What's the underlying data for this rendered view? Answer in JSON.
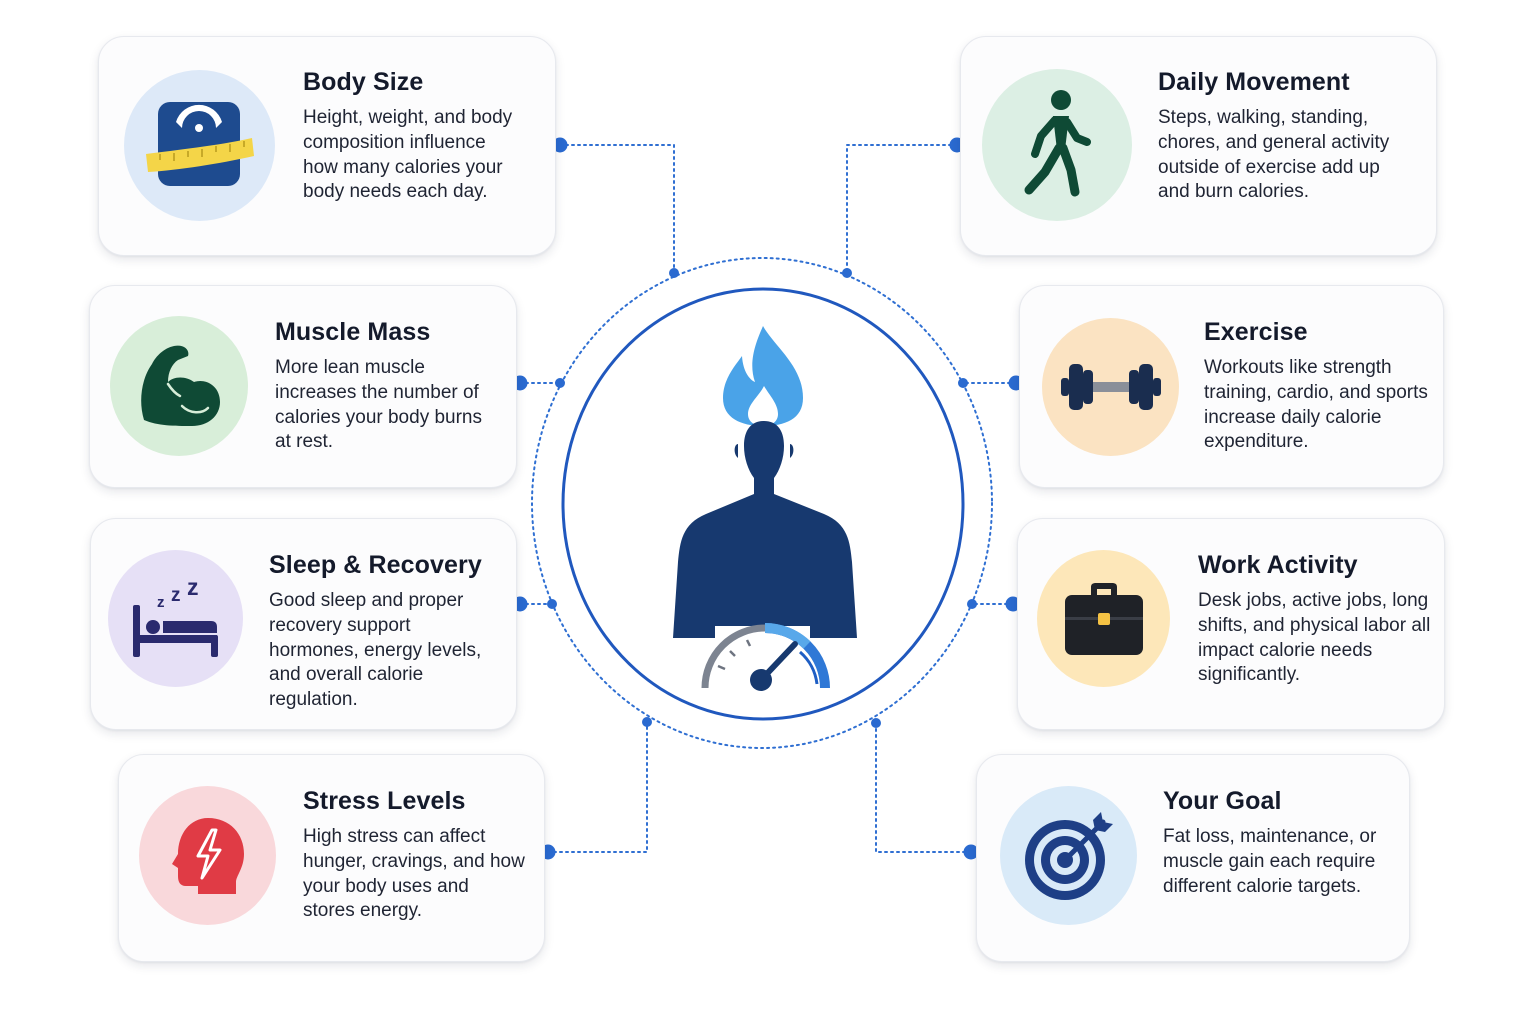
{
  "colors": {
    "accent": "#2563c9",
    "navy": "#17396f",
    "flame": "#4aa3e8",
    "dark_green": "#0f4a35"
  },
  "factors": [
    {
      "id": "body-size",
      "title": "Body Size",
      "description": "Height, weight, and body composition influence how many calories your body needs each day.",
      "icon": "scale-icon",
      "icon_bg": "#dde9f8"
    },
    {
      "id": "daily-movement",
      "title": "Daily Movement",
      "description": "Steps, walking, standing, chores, and general activity outside of exercise add up and burn calories.",
      "icon": "walking-person-icon",
      "icon_bg": "#dcefe4"
    },
    {
      "id": "muscle-mass",
      "title": "Muscle Mass",
      "description": "More lean muscle increases the number of calories your body burns at rest.",
      "icon": "flexed-arm-icon",
      "icon_bg": "#d8eed9"
    },
    {
      "id": "exercise",
      "title": "Exercise",
      "description": "Workouts like strength training, cardio, and sports increase daily calorie expenditure.",
      "icon": "dumbbell-icon",
      "icon_bg": "#fbe3c2"
    },
    {
      "id": "sleep-recovery",
      "title": "Sleep & Recovery",
      "description": "Good sleep and proper recovery support hormones, energy levels, and overall calorie regulation.",
      "icon": "sleeping-bed-icon",
      "icon_bg": "#e6e0f6"
    },
    {
      "id": "work-activity",
      "title": "Work Activity",
      "description": "Desk jobs, active jobs, long shifts, and physical labor all impact calorie needs significantly.",
      "icon": "briefcase-icon",
      "icon_bg": "#fde7b9"
    },
    {
      "id": "stress-levels",
      "title": "Stress Levels",
      "description": "High stress can affect hunger, cravings, and how your body uses and stores energy.",
      "icon": "stressed-head-icon",
      "icon_bg": "#f9d8db"
    },
    {
      "id": "your-goal",
      "title": "Your Goal",
      "description": "Fat loss, maintenance, or muscle gain each require different calorie targets.",
      "icon": "target-icon",
      "icon_bg": "#d9eaf8"
    }
  ],
  "center": {
    "icons": [
      "flame-icon",
      "torso-silhouette-icon",
      "speedometer-gauge-icon"
    ]
  }
}
